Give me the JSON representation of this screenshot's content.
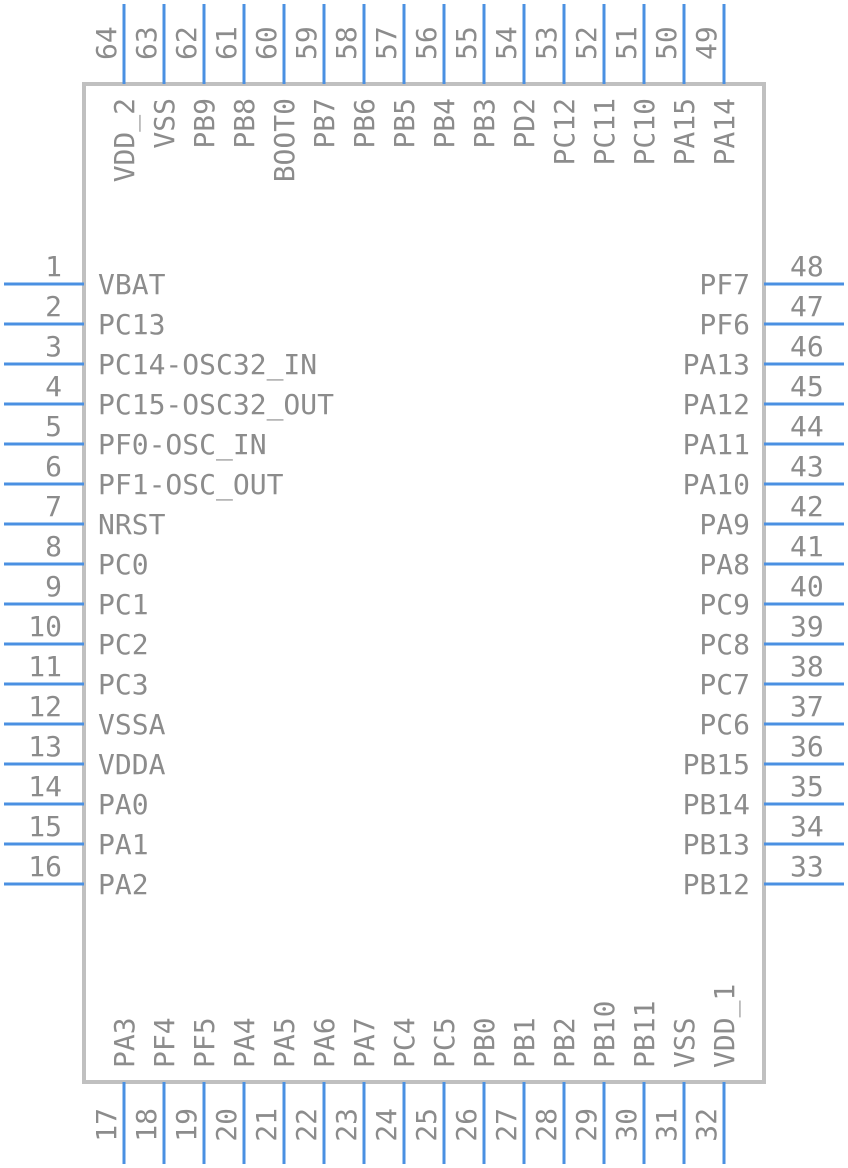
{
  "diagram": {
    "left_pins": [
      {
        "num": "1",
        "label": "VBAT"
      },
      {
        "num": "2",
        "label": "PC13"
      },
      {
        "num": "3",
        "label": "PC14-OSC32_IN"
      },
      {
        "num": "4",
        "label": "PC15-OSC32_OUT"
      },
      {
        "num": "5",
        "label": "PF0-OSC_IN"
      },
      {
        "num": "6",
        "label": "PF1-OSC_OUT"
      },
      {
        "num": "7",
        "label": "NRST"
      },
      {
        "num": "8",
        "label": "PC0"
      },
      {
        "num": "9",
        "label": "PC1"
      },
      {
        "num": "10",
        "label": "PC2"
      },
      {
        "num": "11",
        "label": "PC3"
      },
      {
        "num": "12",
        "label": "VSSA"
      },
      {
        "num": "13",
        "label": "VDDA"
      },
      {
        "num": "14",
        "label": "PA0"
      },
      {
        "num": "15",
        "label": "PA1"
      },
      {
        "num": "16",
        "label": "PA2"
      }
    ],
    "bottom_pins": [
      {
        "num": "17",
        "label": "PA3"
      },
      {
        "num": "18",
        "label": "PF4"
      },
      {
        "num": "19",
        "label": "PF5"
      },
      {
        "num": "20",
        "label": "PA4"
      },
      {
        "num": "21",
        "label": "PA5"
      },
      {
        "num": "22",
        "label": "PA6"
      },
      {
        "num": "23",
        "label": "PA7"
      },
      {
        "num": "24",
        "label": "PC4"
      },
      {
        "num": "25",
        "label": "PC5"
      },
      {
        "num": "26",
        "label": "PB0"
      },
      {
        "num": "27",
        "label": "PB1"
      },
      {
        "num": "28",
        "label": "PB2"
      },
      {
        "num": "29",
        "label": "PB10"
      },
      {
        "num": "30",
        "label": "PB11"
      },
      {
        "num": "31",
        "label": "VSS"
      },
      {
        "num": "32",
        "label": "VDD_1"
      }
    ],
    "right_pins": [
      {
        "num": "48",
        "label": "PF7"
      },
      {
        "num": "47",
        "label": "PF6"
      },
      {
        "num": "46",
        "label": "PA13"
      },
      {
        "num": "45",
        "label": "PA12"
      },
      {
        "num": "44",
        "label": "PA11"
      },
      {
        "num": "43",
        "label": "PA10"
      },
      {
        "num": "42",
        "label": "PA9"
      },
      {
        "num": "41",
        "label": "PA8"
      },
      {
        "num": "40",
        "label": "PC9"
      },
      {
        "num": "39",
        "label": "PC8"
      },
      {
        "num": "38",
        "label": "PC7"
      },
      {
        "num": "37",
        "label": "PC6"
      },
      {
        "num": "36",
        "label": "PB15"
      },
      {
        "num": "35",
        "label": "PB14"
      },
      {
        "num": "34",
        "label": "PB13"
      },
      {
        "num": "33",
        "label": "PB12"
      }
    ],
    "top_pins": [
      {
        "num": "64",
        "label": "VDD_2"
      },
      {
        "num": "63",
        "label": "VSS"
      },
      {
        "num": "62",
        "label": "PB9"
      },
      {
        "num": "61",
        "label": "PB8"
      },
      {
        "num": "60",
        "label": "BOOT0"
      },
      {
        "num": "59",
        "label": "PB7"
      },
      {
        "num": "58",
        "label": "PB6"
      },
      {
        "num": "57",
        "label": "PB5"
      },
      {
        "num": "56",
        "label": "PB4"
      },
      {
        "num": "55",
        "label": "PB3"
      },
      {
        "num": "54",
        "label": "PD2"
      },
      {
        "num": "53",
        "label": "PC12"
      },
      {
        "num": "52",
        "label": "PC11"
      },
      {
        "num": "51",
        "label": "PC10"
      },
      {
        "num": "50",
        "label": "PA15"
      },
      {
        "num": "49",
        "label": "PA14"
      }
    ],
    "colors": {
      "pin_line": "#4a90e2",
      "body_stroke": "#c0c0c0",
      "text": "#8c8c8c"
    }
  }
}
